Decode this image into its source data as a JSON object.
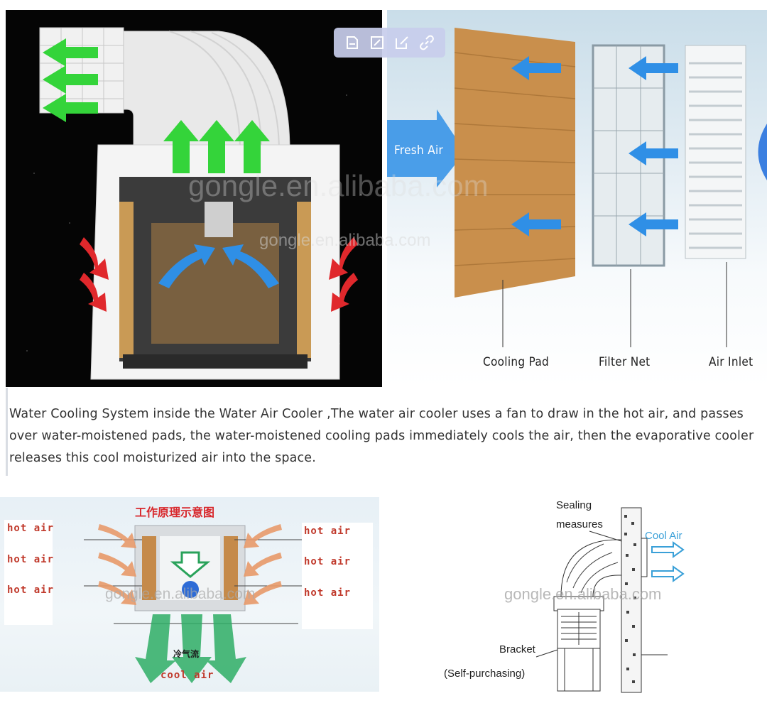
{
  "toolbar": {
    "buttons": [
      {
        "name": "note-icon"
      },
      {
        "name": "image-edit-icon"
      },
      {
        "name": "edit-icon"
      },
      {
        "name": "link-icon"
      }
    ]
  },
  "panel_layers": {
    "fresh_air_label": "Fresh Air",
    "labels": [
      "Cooling Pad",
      "Filter Net",
      "Air Inlet"
    ]
  },
  "watermarks": {
    "large": "gongle.en.alibaba.com",
    "small": "gongle.en.alibaba.com"
  },
  "caption": {
    "text": "Water Cooling System inside the Water Air Cooler ,The water air cooler uses a fan to draw in the hot air, and passes over water-moistened pads, the water-moistened cooling pads immediately cools the air, then the evaporative cooler releases this cool moisturized air into the space."
  },
  "principle": {
    "title": "工作原理示意图",
    "hot_left": [
      "hot air",
      "hot air",
      "hot air"
    ],
    "hot_right": [
      "hot air",
      "hot air",
      "hot air"
    ],
    "cool_cn": "冷气流",
    "cool_en": "cool air",
    "watermark": "gongle.en.alibaba.com"
  },
  "install": {
    "sealing": "Sealing",
    "measures": "measures",
    "cool_air": "Cool Air",
    "bracket": "Bracket",
    "self_purchasing": "(Self-purchasing)",
    "watermark": "gongle.en.alibaba.com"
  },
  "colors": {
    "green_arrow": "#34d43a",
    "red_arrow": "#e0282c",
    "blue_arrow": "#2f8fe6",
    "cool_air_text": "#3aa0d8",
    "principle_title": "#d8282c"
  }
}
